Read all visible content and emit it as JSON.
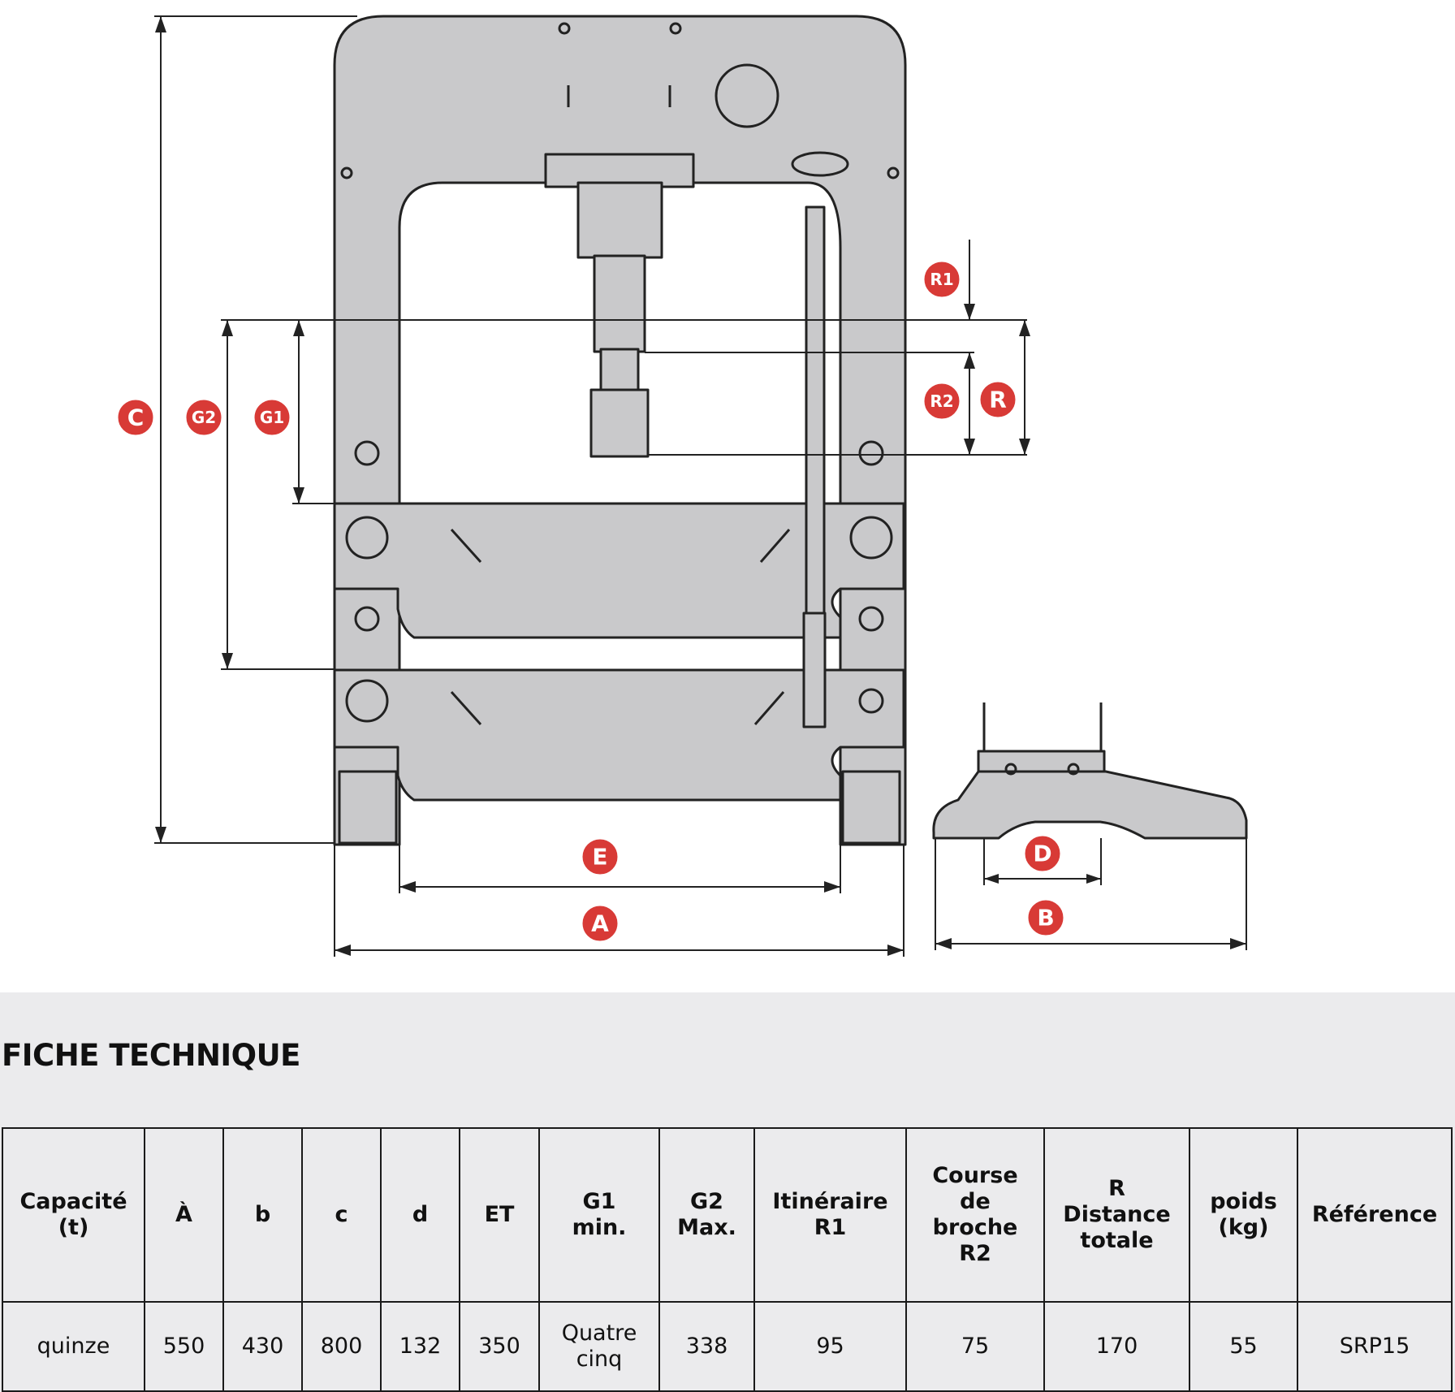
{
  "diagram": {
    "dimension_labels": {
      "C": "C",
      "G2": "G2",
      "G1": "G1",
      "R1": "R1",
      "R2": "R2",
      "R": "R",
      "E": "E",
      "A": "A",
      "D": "D",
      "B": "B"
    },
    "colors": {
      "badge": "#d83a36",
      "frame_fill": "#c9c9cb",
      "line": "#222222"
    }
  },
  "section_title": "FICHE TECHNIQUE",
  "table": {
    "headers": [
      "Capacité\n(t)",
      "À",
      "b",
      "c",
      "d",
      "ET",
      "G1\nmin.",
      "G2\nMax.",
      "Itinéraire\nR1",
      "Course\nde\nbroche\nR2",
      "R\nDistance\ntotale",
      "poids\n(kg)",
      "Référence"
    ],
    "row": [
      "quinze",
      "550",
      "430",
      "800",
      "132",
      "350",
      "Quatre\ncinq",
      "338",
      "95",
      "75",
      "170",
      "55",
      "SRP15"
    ]
  }
}
